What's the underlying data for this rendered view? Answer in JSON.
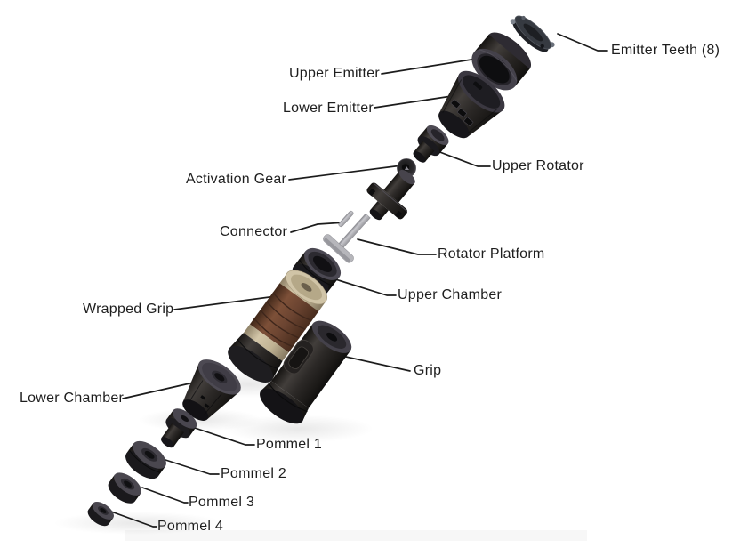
{
  "palette": {
    "background": "#ffffff",
    "line_color": "#1c1c1c",
    "label_color": "#1e1e1e",
    "part_dark": "#2b2927",
    "part_top_gray": "#4b4852",
    "metal_gray": "#b2b2b7",
    "wrap_brown": "#6e4534",
    "wrap_tan": "#c8bb9e"
  },
  "diagram": {
    "type": "exploded-view-diagram",
    "parts": [
      {
        "id": "emitter-teeth",
        "label": "Emitter Teeth (8)"
      },
      {
        "id": "upper-emitter",
        "label": "Upper Emitter"
      },
      {
        "id": "lower-emitter",
        "label": "Lower Emitter"
      },
      {
        "id": "upper-rotator",
        "label": "Upper Rotator"
      },
      {
        "id": "activation-gear",
        "label": "Activation Gear"
      },
      {
        "id": "connector",
        "label": "Connector"
      },
      {
        "id": "rotator-platform",
        "label": "Rotator Platform"
      },
      {
        "id": "upper-chamber",
        "label": "Upper Chamber"
      },
      {
        "id": "wrapped-grip",
        "label": "Wrapped Grip"
      },
      {
        "id": "grip",
        "label": "Grip"
      },
      {
        "id": "lower-chamber",
        "label": "Lower Chamber"
      },
      {
        "id": "pommel-1",
        "label": "Pommel 1"
      },
      {
        "id": "pommel-2",
        "label": "Pommel 2"
      },
      {
        "id": "pommel-3",
        "label": "Pommel 3"
      },
      {
        "id": "pommel-4",
        "label": "Pommel 4"
      }
    ]
  }
}
